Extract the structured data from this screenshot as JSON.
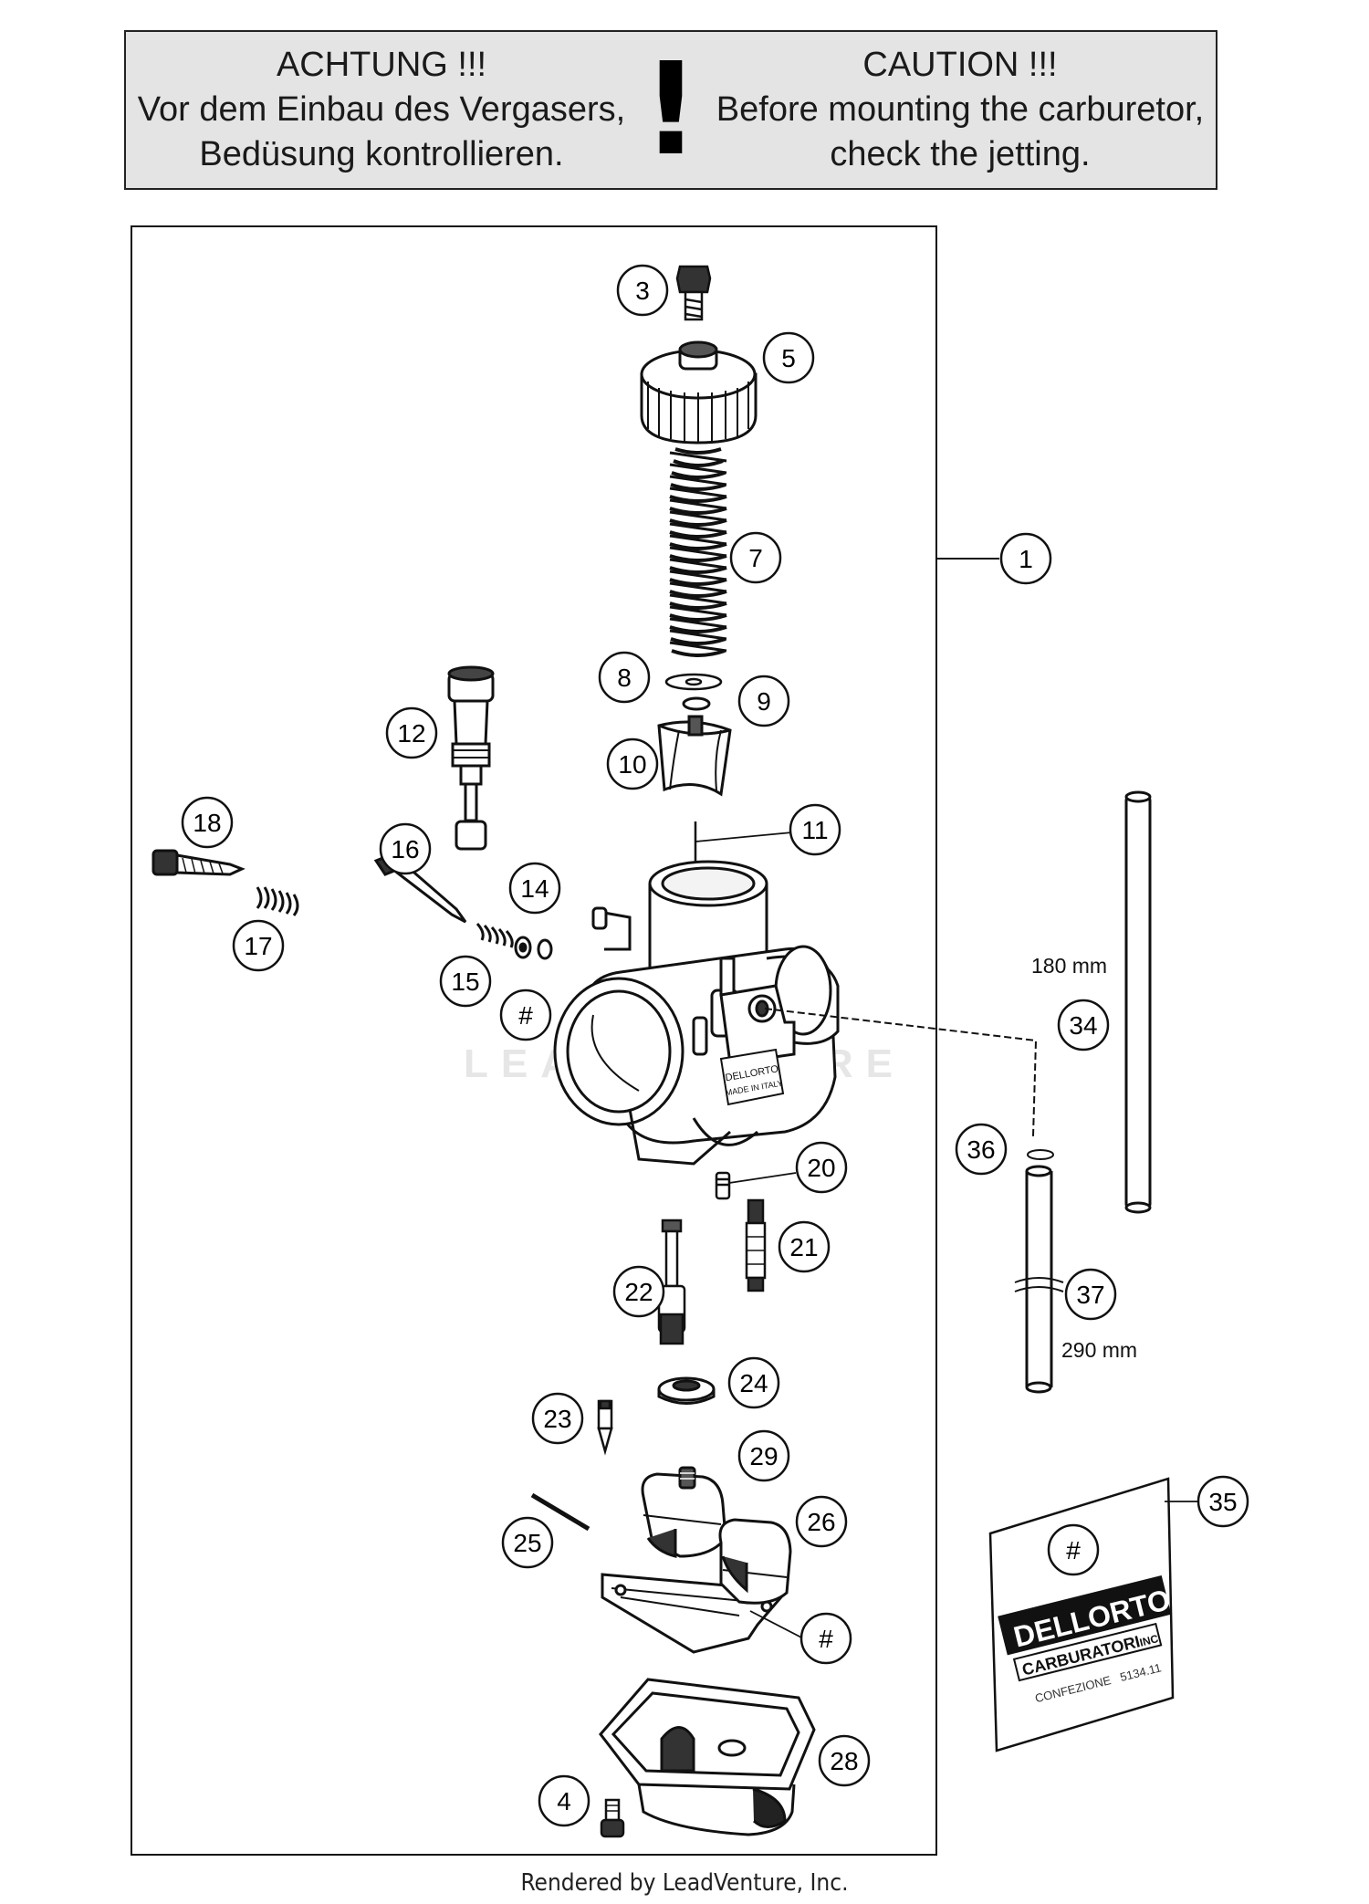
{
  "warning": {
    "de_title": "ACHTUNG !!!",
    "de_line1": "Vor dem Einbau des Vergasers,",
    "de_line2": "Bedüsung kontrollieren.",
    "symbol": "!",
    "en_title": "CAUTION !!!",
    "en_line1": "Before mounting the carburetor,",
    "en_line2": "check the jetting."
  },
  "callouts": {
    "c1": "1",
    "c3": "3",
    "c4": "4",
    "c5": "5",
    "c7": "7",
    "c8": "8",
    "c9": "9",
    "c10": "10",
    "c11": "11",
    "c12": "12",
    "c14": "14",
    "c15": "15",
    "c16": "16",
    "c17": "17",
    "c18": "18",
    "c20": "20",
    "c21": "21",
    "c22": "22",
    "c23": "23",
    "c24": "24",
    "c25": "25",
    "c26": "26",
    "c28": "28",
    "c29": "29",
    "c34": "34",
    "c35": "35",
    "c36": "36",
    "c37": "37",
    "hash_a": "#",
    "hash_b": "#",
    "hash_c": "#"
  },
  "dimensions": {
    "tube_long": "180 mm",
    "tube_short": "290 mm"
  },
  "bag": {
    "brand": "DELLORTO",
    "line1": "CARBURATORI",
    "badge": "INC",
    "line2": "CONFEZIONE",
    "code": "5134.11"
  },
  "carb_label": {
    "line1": "DELLORTO",
    "line2": "MADE IN ITALY"
  },
  "watermark": "LEADVENTURE",
  "footer": "Rendered by LeadVenture, Inc."
}
